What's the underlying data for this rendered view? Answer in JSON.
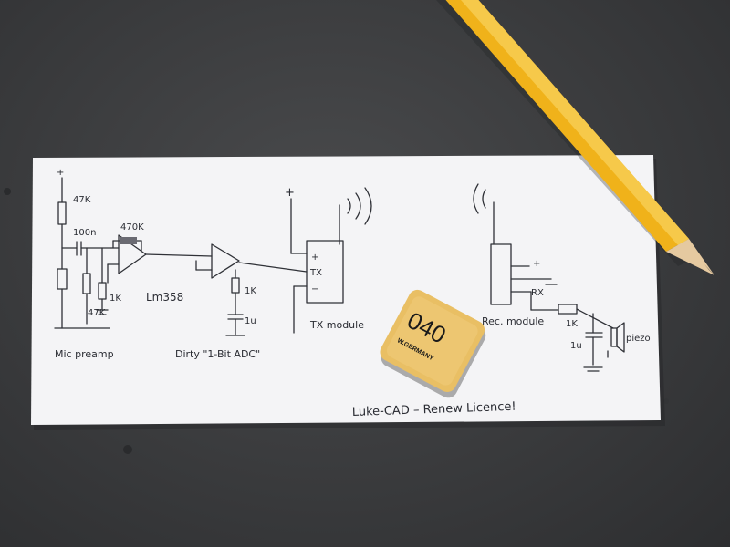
{
  "photo": {
    "subject": "Hand-drawn circuit schematic on paper",
    "colors": {
      "table": "#3d3e40",
      "paper": "#f4f4f6",
      "ink": "#2f3137",
      "pencil": "#f0b21a",
      "eraser": "#e9bf64"
    }
  },
  "schematic": {
    "labels": {
      "r1": "47K",
      "c1": "100n",
      "r_feedback": "470K",
      "r2": "47K",
      "r3": "1K",
      "opamp": "Lm358",
      "r4": "1K",
      "c2": "1u",
      "tx_plus": "+",
      "tx_pin": "TX",
      "tx_minus": "−",
      "rx_plus": "+",
      "rx_pin": "RX",
      "r5": "1K",
      "c3": "1u",
      "piezo": "piezo",
      "vcc": "+",
      "mic_vcc": "+"
    },
    "captions": {
      "mic": "Mic preamp",
      "adc": "Dirty \"1-Bit ADC\"",
      "tx": "TX module",
      "rec": "Rec. module",
      "footer": "Luke-CAD – Renew Licence!"
    }
  },
  "eraser": {
    "number": "040",
    "text": "W.GERMANY"
  }
}
